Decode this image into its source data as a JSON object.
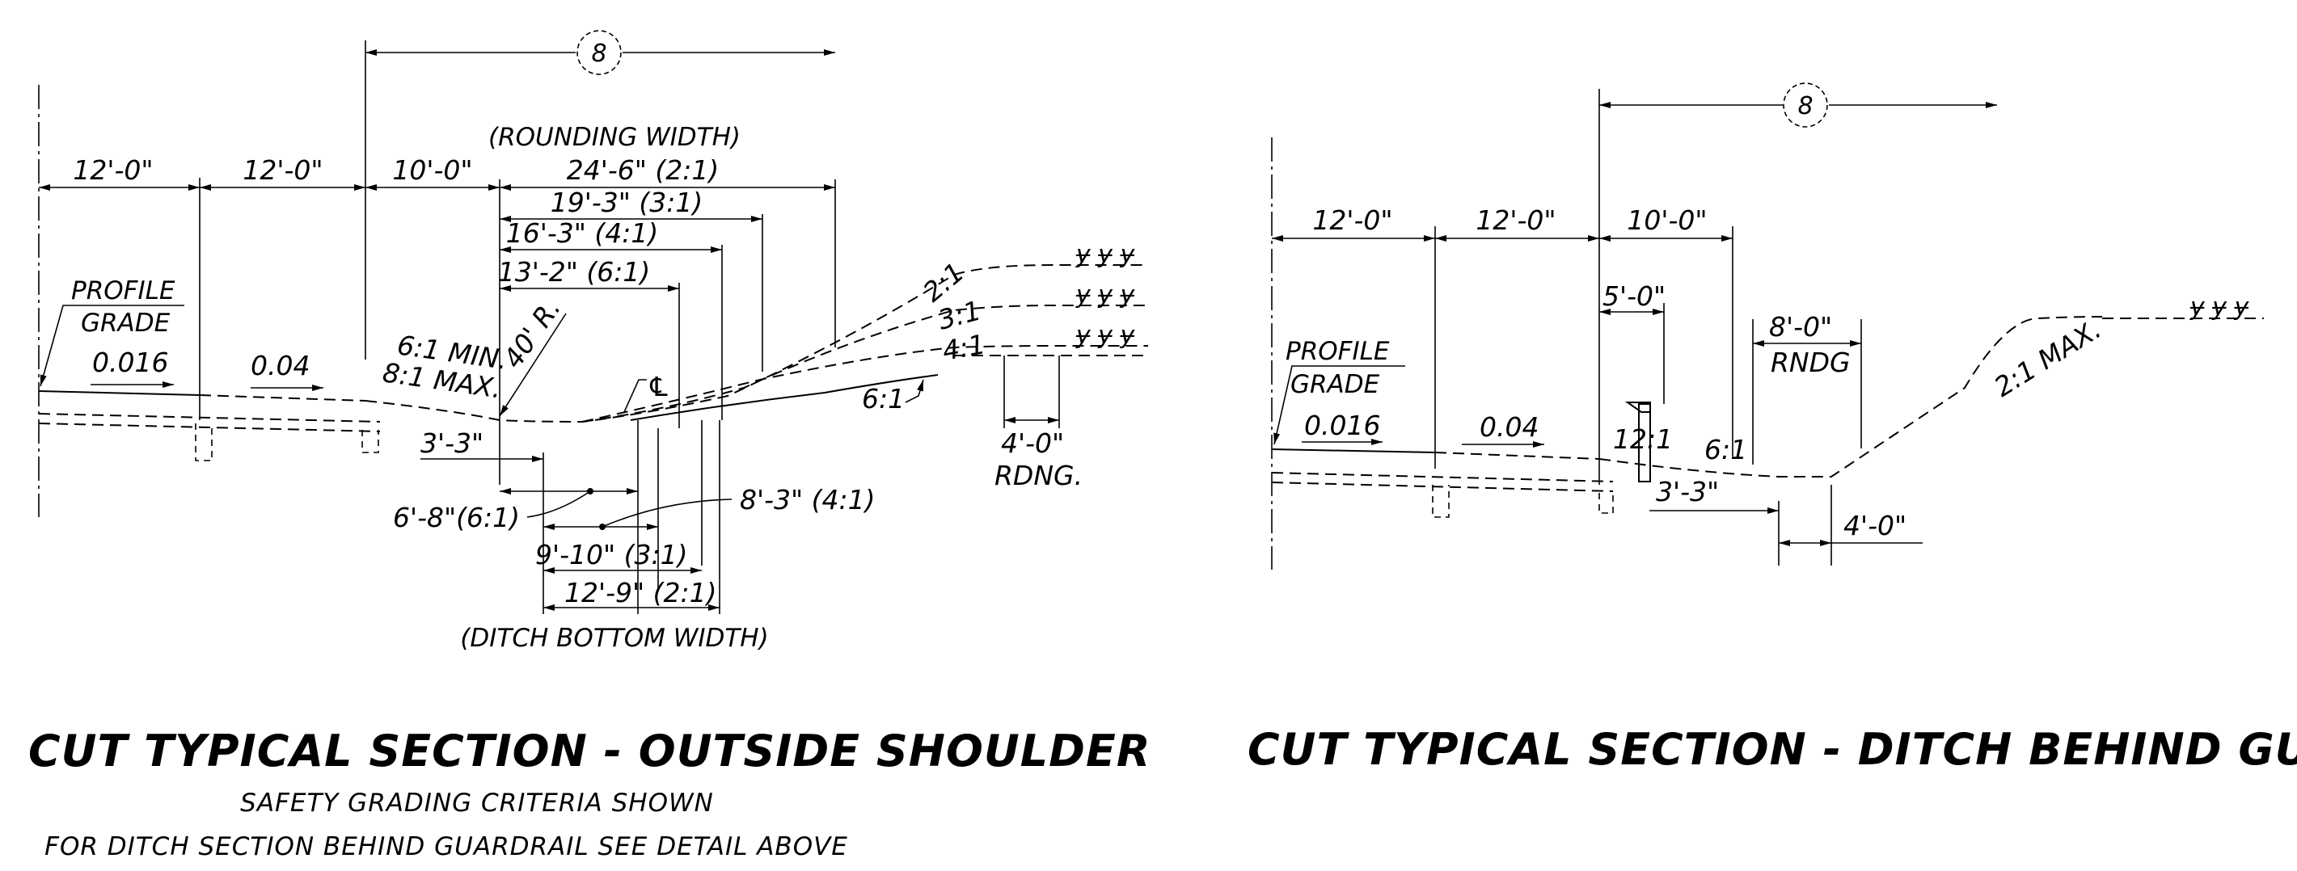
{
  "left_section": {
    "title": "CUT TYPICAL SECTION - OUTSIDE SHOULDER",
    "subtitle_1": "SAFETY GRADING CRITERIA SHOWN",
    "subtitle_2": "FOR DITCH SECTION BEHIND GUARDRAIL SEE DETAIL ABOVE",
    "note_tag": "8",
    "rounding_width_label": "(ROUNDING WIDTH)",
    "ditch_bottom_width_label": "(DITCH BOTTOM WIDTH)",
    "profile_label_1": "PROFILE",
    "profile_label_2": "GRADE",
    "slope_016": "0.016",
    "slope_04": "0.04",
    "min_label": "6:1 MIN.",
    "max_label": "8:1 MAX.",
    "radius_label": "40' R.",
    "centerline_symbol": "℄",
    "dims_top": [
      "12'-0\"",
      "12'-0\"",
      "10'-0\""
    ],
    "dim_2to1": "24'-6\" (2:1)",
    "dim_3to1": "19'-3\" (3:1)",
    "dim_4to1": "16'-3\" (4:1)",
    "dim_6to1": "13'-2\" (6:1)",
    "dim_33": "3'-3\"",
    "dim_68": "6'-8\"(6:1)",
    "dim_83": "8'-3\" (4:1)",
    "dim_910": "9'-10\" (3:1)",
    "dim_129": "12'-9\" (2:1)",
    "slope_2to1": "2:1",
    "slope_3to1": "3:1",
    "slope_4to1": "4:1",
    "slope_6to1": "6:1",
    "rounding_dim": "4'-0\"",
    "rounding_abbr": "RDNG."
  },
  "right_section": {
    "title": "CUT TYPICAL SECTION - DITCH BEHIND GUARDRAIL",
    "note_tag": "8",
    "profile_label_1": "PROFILE",
    "profile_label_2": "GRADE",
    "slope_016": "0.016",
    "slope_04": "0.04",
    "dims_top": [
      "12'-0\"",
      "12'-0\"",
      "10'-0\""
    ],
    "dim_50": "5'-0\"",
    "dim_80": "8'-0\"",
    "rndg_label": "RNDG",
    "slope_12to1": "12:1",
    "slope_6to1": "6:1",
    "slope_max": "2:1 MAX.",
    "dim_33": "3'-3\"",
    "dim_40": "4'-0\""
  }
}
